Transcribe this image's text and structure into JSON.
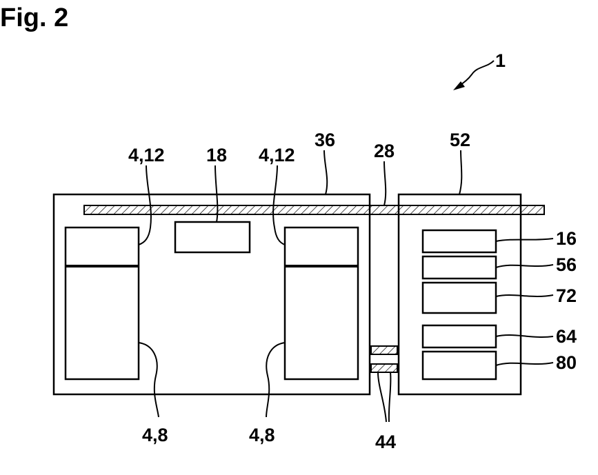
{
  "figure": {
    "title": "Fig. 2",
    "labels": {
      "system": "1",
      "electrode_top_left": "4,12",
      "component_18": "18",
      "electrode_top_right": "4,12",
      "housing_36": "36",
      "bar_28": "28",
      "housing_52": "52",
      "component_16": "16",
      "component_56": "56",
      "component_72": "72",
      "component_64": "64",
      "component_80": "80",
      "cell_bottom_left": "4,8",
      "cell_bottom_right": "4,8",
      "connector_44": "44"
    }
  }
}
